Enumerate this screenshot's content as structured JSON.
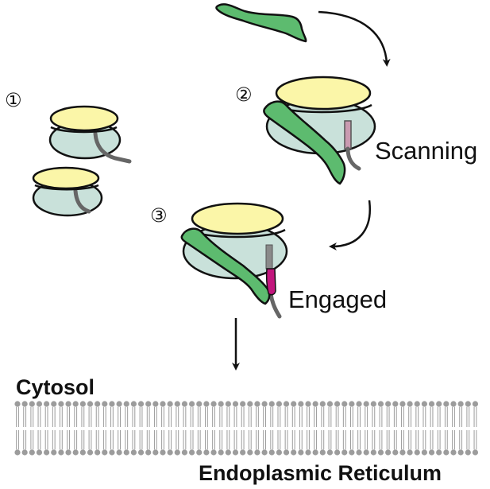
{
  "steps": {
    "step1": "①",
    "step2": "②",
    "step3": "③"
  },
  "labels": {
    "scanning": "Scanning",
    "engaged": "Engaged",
    "cytosol": "Cytosol",
    "er": "Endoplasmic Reticulum"
  },
  "colors": {
    "small_subunit": "#c9e1da",
    "large_subunit": "#fbf6a8",
    "srp": "#5dbb6f",
    "nascent_chain": "#666666",
    "signal_sequence_scanning": "#c99ab0",
    "signal_sequence_engaged": "#c2167d",
    "membrane": "#9c9c9c",
    "outline": "#111111"
  },
  "icons": {
    "ribosome": "ribosome-icon",
    "srp": "srp-icon",
    "arrow": "arrow-icon",
    "membrane": "lipid-bilayer-icon"
  }
}
